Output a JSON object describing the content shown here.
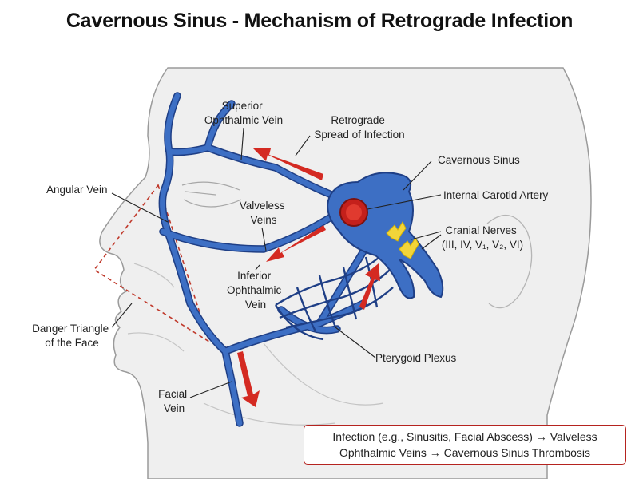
{
  "title": "Cavernous Sinus - Mechanism of Retrograde Infection",
  "labels": {
    "superior_ophthalmic": [
      "Superior",
      "Ophthalmic Vein"
    ],
    "retrograde_spread": [
      "Retrograde",
      "Spread of Infection"
    ],
    "cavernous_sinus": "Cavernous Sinus",
    "angular_vein": "Angular Vein",
    "valveless_veins": [
      "Valveless",
      "Veins"
    ],
    "internal_carotid": "Internal Carotid Artery",
    "cranial_nerves": [
      "Cranial Nerves",
      "(III, IV, V₁, V₂, VI)"
    ],
    "inferior_ophthalmic": [
      "Inferior",
      "Ophthalmic",
      "Vein"
    ],
    "danger_triangle": [
      "Danger Triangle",
      "of the Face"
    ],
    "pterygoid_plexus": "Pterygoid Plexus",
    "facial_vein": [
      "Facial",
      "Vein"
    ]
  },
  "summary": [
    "Infection (e.g., Sinusitis, Facial Abscess) → Valveless",
    "Ophthalmic Veins → Cavernous Sinus Thrombosis"
  ],
  "colors": {
    "vein": "#3d6fc4",
    "vein_outline": "#1f3f86",
    "arrow": "#d42a22",
    "artery": "#d42a22",
    "nerves": "#f2d53a",
    "danger_triangle": "#c0392b",
    "head_outline": "#9a9a9a",
    "skin": "#efefef"
  },
  "icons": {
    "infection_flow_arrow": "red-arrow-icon",
    "summary_arrow": "right-arrow-glyph"
  }
}
